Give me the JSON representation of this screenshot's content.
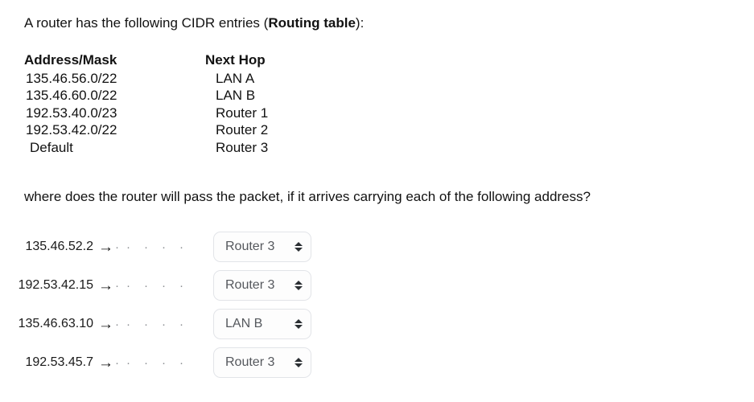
{
  "intro": {
    "text_before": "A router has the following CIDR entries (",
    "bold_text": "Routing table",
    "text_after": "):"
  },
  "routing_table": {
    "headers": [
      "Address/Mask",
      "Next Hop"
    ],
    "rows": [
      {
        "address_mask": "135.46.56.0/22",
        "next_hop": "LAN A"
      },
      {
        "address_mask": "135.46.60.0/22",
        "next_hop": "LAN B"
      },
      {
        "address_mask": "192.53.40.0/23",
        "next_hop": "Router 1"
      },
      {
        "address_mask": "192.53.42.0/22",
        "next_hop": "Router 2"
      },
      {
        "address_mask": "Default",
        "next_hop": "Router 3"
      }
    ]
  },
  "question": {
    "text": "where does the router will pass the packet, if it arrives carrying each of the following address?"
  },
  "answers": {
    "arrow_glyph": "→",
    "leader_dot": "·",
    "rows": [
      {
        "address": "135.46.52.2",
        "selected": "Router 3"
      },
      {
        "address": "192.53.42.15",
        "selected": "Router 3"
      },
      {
        "address": "135.46.63.10",
        "selected": "LAN B"
      },
      {
        "address": "192.53.45.7",
        "selected": "Router 3"
      }
    ]
  },
  "colors": {
    "page_background": "#ffffff",
    "body_text": "#121212",
    "select_text": "#55585d",
    "select_border": "#e2e4e8",
    "leader_dot": "#8a8d91"
  }
}
